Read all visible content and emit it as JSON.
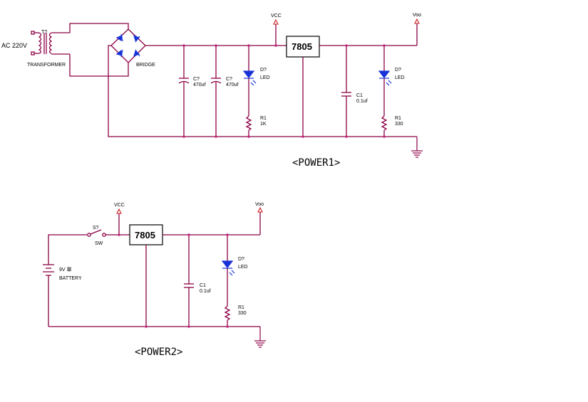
{
  "power1": {
    "caption": "<POWER1>",
    "ac_label": "AC 220V",
    "transformer_ref": "T?",
    "transformer_label": "TRANSFORMER",
    "bridge_label": "BRIDGE",
    "cap1_ref": "C?",
    "cap1_value": "470uf",
    "cap2_ref": "C?",
    "cap2_value": "470uf",
    "vcc_label": "VCC",
    "led1_ref": "D?",
    "led1_label": "LED",
    "r1_ref": "R1",
    "r1_value": "1K",
    "regulator_label": "7805",
    "cap3_ref": "C1",
    "cap3_value": "0.1uf",
    "led2_ref": "D?",
    "led2_label": "LED",
    "r2_ref": "R1",
    "r2_value": "330",
    "vout_label": "Voo"
  },
  "power2": {
    "caption": "<POWER2>",
    "switch_ref": "S?",
    "switch_label": "SW",
    "battery_value": "9V 單",
    "battery_label": "BATTERY",
    "vcc_label": "VCC",
    "regulator_label": "7805",
    "cap_ref": "C1",
    "cap_value": "0.1uf",
    "led_ref": "D?",
    "led_label": "LED",
    "r_ref": "R1",
    "r_value": "330",
    "vout_label": "Voo"
  },
  "colors": {
    "wire": "#8b0045",
    "junction": "#c0267a",
    "diode": "#1733d8",
    "power_symbol": "#cc2020"
  }
}
